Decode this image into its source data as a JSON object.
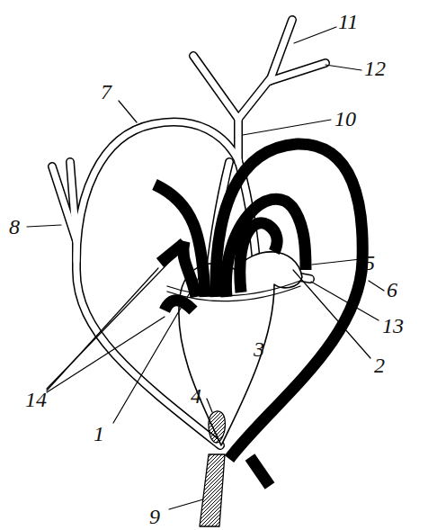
{
  "diagram": {
    "labels": [
      "11",
      "12",
      "7",
      "10",
      "5",
      "8",
      "6",
      "13",
      "14",
      "2",
      "1",
      "4",
      "3",
      "9"
    ]
  }
}
